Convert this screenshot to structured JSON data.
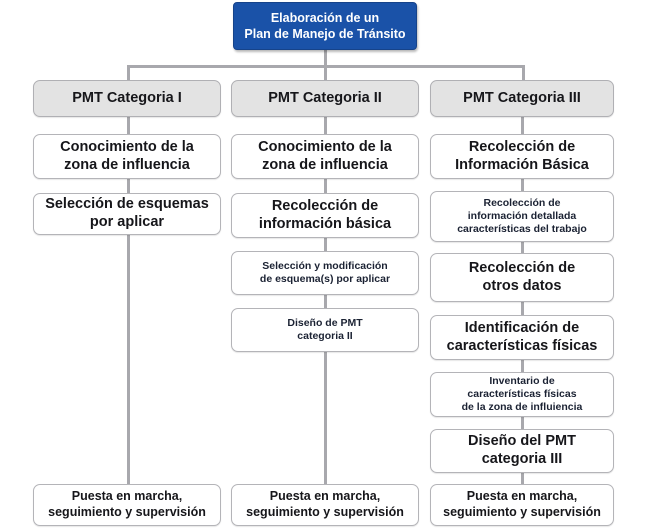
{
  "diagram": {
    "title": "Elaboración de un Plan de Manejo de Tránsito",
    "root": {
      "label_line1": "Elaboración de un",
      "label_line2": "Plan de Manejo de Tránsito"
    },
    "colors": {
      "root_fill": "#1a52a8",
      "root_text": "#ffffff",
      "header_fill": "#e3e3e3",
      "box_fill": "#ffffff",
      "box_border": "#b4b4b8",
      "connector": "#a8a8ad",
      "text": "#16161a",
      "small_text": "#1b2233"
    },
    "columns": [
      {
        "header": "PMT Categoria I",
        "steps": [
          {
            "lines": [
              "Conocimiento de la",
              "zona de influencia"
            ],
            "size": "step"
          },
          {
            "lines": [
              "Selección de esquemas",
              "por aplicar"
            ],
            "size": "step"
          }
        ],
        "terminal": {
          "lines": [
            "Puesta en marcha,",
            "seguimiento y supervisión"
          ]
        }
      },
      {
        "header": "PMT Categoria II",
        "steps": [
          {
            "lines": [
              "Conocimiento de la",
              "zona de influencia"
            ],
            "size": "step"
          },
          {
            "lines": [
              "Recolección de",
              "información básica"
            ],
            "size": "step"
          },
          {
            "lines": [
              "Selección y modificación",
              "de esquema(s) por aplicar"
            ],
            "size": "small"
          },
          {
            "lines": [
              "Diseño de PMT",
              "categoria II"
            ],
            "size": "small"
          }
        ],
        "terminal": {
          "lines": [
            "Puesta en marcha,",
            "seguimiento y supervisión"
          ]
        }
      },
      {
        "header": "PMT Categoria III",
        "steps": [
          {
            "lines": [
              "Recolección de",
              "Información Básica"
            ],
            "size": "step"
          },
          {
            "lines": [
              "Recolección de",
              "información detallada",
              "características del trabajo"
            ],
            "size": "small"
          },
          {
            "lines": [
              "Recolección de",
              "otros datos"
            ],
            "size": "step"
          },
          {
            "lines": [
              "Identificación de",
              "características físicas"
            ],
            "size": "step"
          },
          {
            "lines": [
              "Inventario de",
              "características físicas",
              "de la zona de influiencia"
            ],
            "size": "small"
          },
          {
            "lines": [
              "Diseño del PMT",
              "categoria III"
            ],
            "size": "step"
          }
        ],
        "terminal": {
          "lines": [
            "Puesta en marcha,",
            "seguimiento y supervisión"
          ]
        }
      }
    ]
  }
}
